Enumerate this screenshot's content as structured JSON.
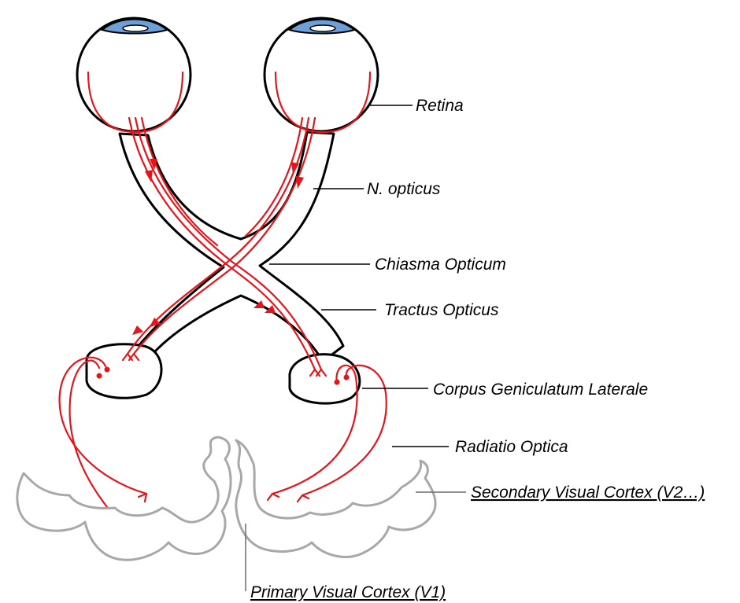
{
  "labels": {
    "retina": "Retina",
    "n_opticus": "N. opticus",
    "chiasma": "Chiasma Opticum",
    "tractus": "Tractus Opticus",
    "corpus": "Corpus Geniculatum Laterale",
    "radiatio": "Radiatio Optica",
    "v2": "Secondary Visual Cortex (V2…)",
    "v1": "Primary Visual Cortex (V1)"
  },
  "colors": {
    "fiber": "#e8141a",
    "outline": "#000000",
    "cortex": "#a8a8a8",
    "iris": "#6e9fd6"
  }
}
